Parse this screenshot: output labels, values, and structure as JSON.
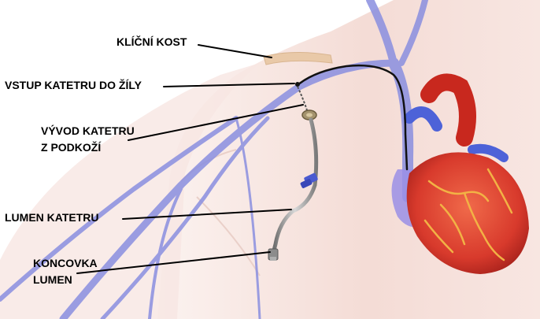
{
  "labels": {
    "clavicle": "KLÍČNÍ KOST",
    "catheter_entry": "VSTUP KATETRU DO ŽÍLY",
    "catheter_exit_line1": "VÝVOD KATETRU",
    "catheter_exit_line2": "Z PODKOŽÍ",
    "lumen": "LUMEN KATETRU",
    "lumen_end_line1": "KONCOVKA",
    "lumen_end_line2": "LUMEN"
  },
  "colors": {
    "skin": "#f5ddd7",
    "vein": "#8a8fe0",
    "heart": "#d83a2c",
    "catheter": "#9a9a9a",
    "clamp": "#4a5ad0"
  }
}
